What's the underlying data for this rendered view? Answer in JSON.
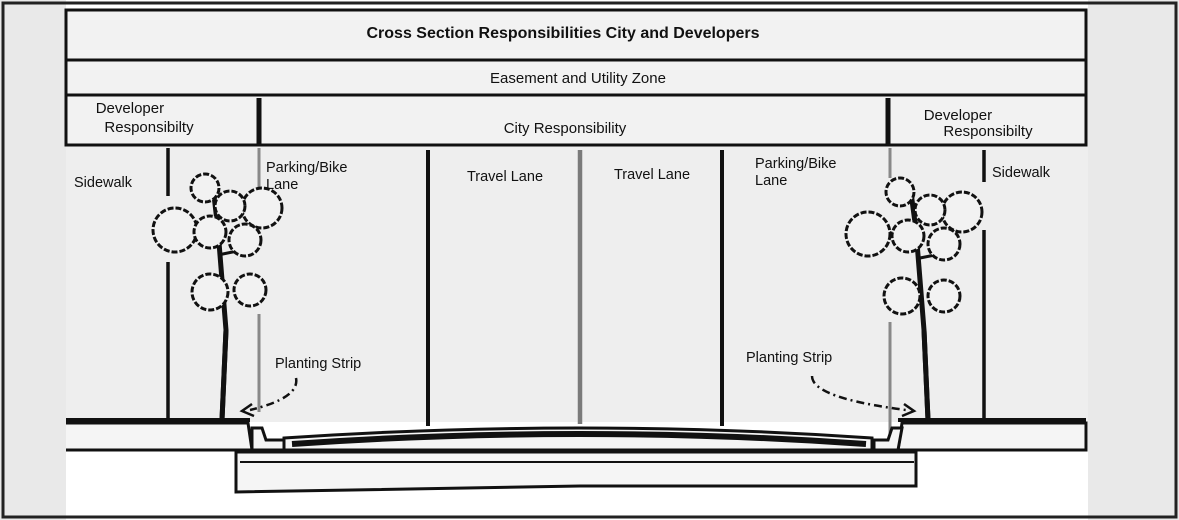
{
  "diagram": {
    "title": "Cross Section Responsibilities City and Developers",
    "easement_label": "Easement and Utility Zone",
    "responsibility": {
      "developer_left": [
        "Developer",
        "Responsibilty"
      ],
      "city": "City Responsibility",
      "developer_right": [
        "Developer",
        "Responsibilty"
      ]
    },
    "zones": {
      "sidewalk_left": "Sidewalk",
      "parking_bike_left": [
        "Parking/Bike",
        "Lane"
      ],
      "travel_lane_1": "Travel Lane",
      "travel_lane_2": "Travel Lane",
      "parking_bike_right": [
        "Parking/Bike",
        "Lane"
      ],
      "sidewalk_right": "Sidewalk"
    },
    "planting_strip_left": "Planting Strip",
    "planting_strip_right": "Planting Strip"
  }
}
